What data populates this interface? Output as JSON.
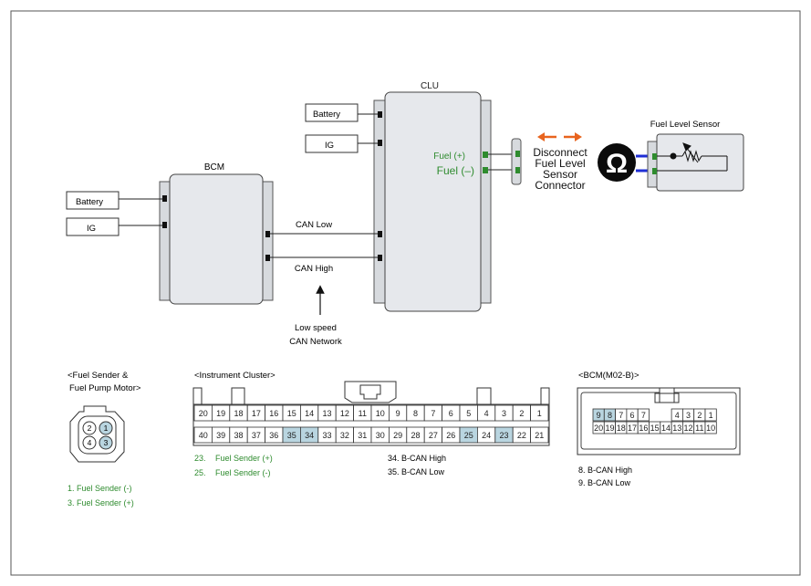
{
  "schematic": {
    "clu": {
      "title": "CLU",
      "battery_label": "Battery",
      "ig_label": "IG",
      "fuel_plus_label": "Fuel (+)",
      "fuel_minus_label": "Fuel (–)"
    },
    "bcm": {
      "title": "BCM",
      "battery_label": "Battery",
      "ig_label": "IG"
    },
    "can_low_label": "CAN Low",
    "can_high_label": "CAN High",
    "network_note": {
      "line1": "Low speed",
      "line2": "CAN Network"
    },
    "disconnect_note": {
      "line1": "Disconnect",
      "line2": "Fuel Level",
      "line3": "Sensor",
      "line4": "Connector"
    },
    "ohm_symbol": "Ω",
    "sensor_title": "Fuel Level Sensor"
  },
  "connectors": {
    "fuel_sender": {
      "title_line1": "<Fuel Sender &",
      "title_line2": "Fuel Pump Motor>",
      "pins": [
        "2",
        "1",
        "4",
        "3"
      ],
      "notes": [
        "1. Fuel Sender (-)",
        "3. Fuel Sender (+)"
      ]
    },
    "instrument_cluster": {
      "title": "<Instrument Cluster>",
      "top_row": [
        "20",
        "19",
        "18",
        "17",
        "16",
        "15",
        "14",
        "13",
        "12",
        "11",
        "10",
        "9",
        "8",
        "7",
        "6",
        "5",
        "4",
        "3",
        "2",
        "1"
      ],
      "bottom_row": [
        "40",
        "39",
        "38",
        "37",
        "36",
        "35",
        "34",
        "33",
        "32",
        "31",
        "30",
        "29",
        "28",
        "27",
        "26",
        "25",
        "24",
        "23",
        "22",
        "21"
      ],
      "highlighted": [
        "35",
        "34",
        "25",
        "23"
      ],
      "notes_left": [
        {
          "num": "23.",
          "text": "Fuel Sender (+)"
        },
        {
          "num": "25.",
          "text": "Fuel Sender (-)"
        }
      ],
      "notes_right": [
        "34. B-CAN High",
        "35. B-CAN Low"
      ]
    },
    "bcm_m02b": {
      "title": "<BCM(M02-B)>",
      "top_row": [
        "9",
        "8",
        "7",
        "6",
        "7",
        "",
        "",
        "4",
        "3",
        "2",
        "1"
      ],
      "bottom_row": [
        "20",
        "19",
        "18",
        "17",
        "16",
        "15",
        "14",
        "13",
        "12",
        "11",
        "10"
      ],
      "highlighted": [
        "9",
        "8"
      ],
      "notes": [
        "8. B-CAN High",
        "9. B-CAN Low"
      ]
    }
  },
  "colors": {
    "box_fill": "#e6e8ec",
    "connector_fill": "#cfd3d9",
    "pin_highlight": "#b9d5e0",
    "note_green": "#2e8b2e",
    "arrow_orange": "#e8641e",
    "wire_blue": "#1f2fd6"
  }
}
